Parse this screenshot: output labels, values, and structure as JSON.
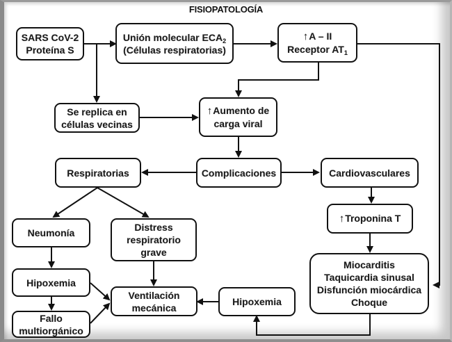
{
  "title": "FISIOPATOLOGÍA",
  "nodes": {
    "sars": {
      "lines": [
        "SARS CoV-2",
        "Proteína S"
      ]
    },
    "union": {
      "line1_text": "Unión molecular ECA",
      "line1_sub": "2",
      "line2": "(Células respiratorias)"
    },
    "angiotensin": {
      "arrow": "↑",
      "line1": "A – II",
      "line2_text": "Receptor AT",
      "line2_sub": "1"
    },
    "replica": {
      "lines": [
        "Se replica en",
        "células vecinas"
      ]
    },
    "carga": {
      "arrow": "↑",
      "line1": "Aumento de",
      "line2": "carga viral"
    },
    "complicaciones": {
      "label": "Complicaciones"
    },
    "respiratorias": {
      "label": "Respiratorias"
    },
    "cardiovasculares": {
      "label": "Cardiovasculares"
    },
    "troponina": {
      "arrow": "↑",
      "label": "Troponina T"
    },
    "neumonia": {
      "label": "Neumonía"
    },
    "distress": {
      "lines": [
        "Distress",
        "respiratorio",
        "grave"
      ]
    },
    "hipoxemia_left": {
      "label": "Hipoxemia"
    },
    "fallo": {
      "lines": [
        "Fallo",
        "multiorgánico"
      ]
    },
    "ventilacion": {
      "lines": [
        "Ventilación",
        "mecánica"
      ]
    },
    "hipoxemia_right": {
      "label": "Hipoxemia"
    },
    "cardiac": {
      "lines": [
        "Miocarditis",
        "Taquicardia sinusal",
        "Disfunción miocárdica",
        "Choque"
      ]
    }
  },
  "edges": [
    {
      "from": "sars",
      "to": "union"
    },
    {
      "from": "sars",
      "to": "replica"
    },
    {
      "from": "union",
      "to": "angiotensin"
    },
    {
      "from": "angiotensin",
      "to": "carga"
    },
    {
      "from": "angiotensin",
      "to": "cardiac"
    },
    {
      "from": "replica",
      "to": "carga"
    },
    {
      "from": "carga",
      "to": "complicaciones"
    },
    {
      "from": "complicaciones",
      "to": "respiratorias"
    },
    {
      "from": "complicaciones",
      "to": "cardiovasculares"
    },
    {
      "from": "respiratorias",
      "to": "neumonia"
    },
    {
      "from": "respiratorias",
      "to": "distress"
    },
    {
      "from": "cardiovasculares",
      "to": "troponina"
    },
    {
      "from": "troponina",
      "to": "cardiac"
    },
    {
      "from": "neumonia",
      "to": "hipoxemia_left"
    },
    {
      "from": "hipoxemia_left",
      "to": "fallo"
    },
    {
      "from": "hipoxemia_left",
      "to": "ventilacion"
    },
    {
      "from": "fallo",
      "to": "ventilacion"
    },
    {
      "from": "distress",
      "to": "ventilacion"
    },
    {
      "from": "hipoxemia_right",
      "to": "ventilacion"
    },
    {
      "from": "cardiac",
      "to": "hipoxemia_right"
    }
  ],
  "colors": {
    "stroke": "#111111",
    "background": "#ffffff"
  }
}
